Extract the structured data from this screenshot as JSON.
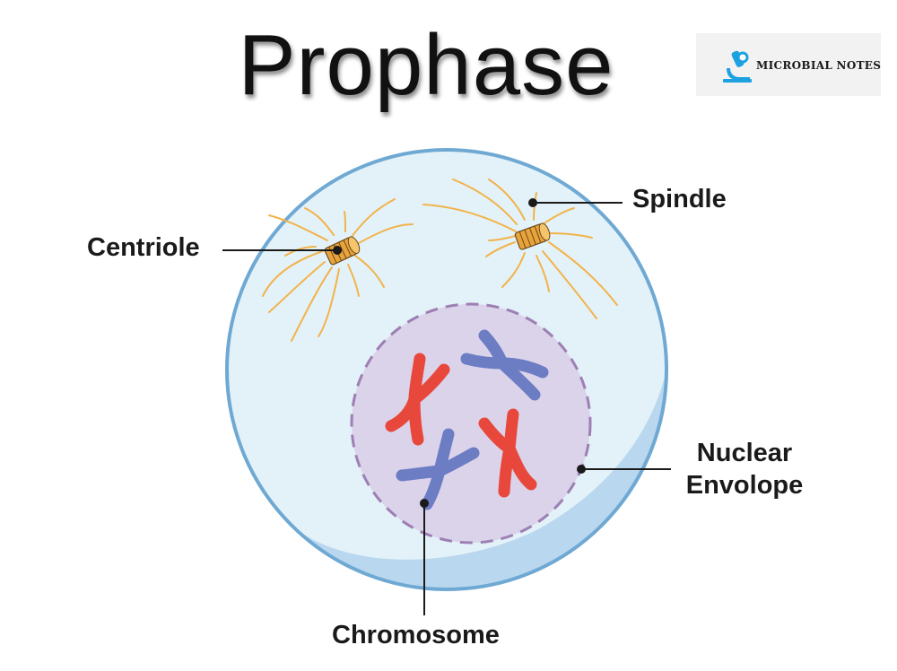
{
  "title": "Prophase",
  "logo": {
    "text": "MICROBIAL NOTES",
    "icon": "microscope-icon",
    "accent_color": "#1da1e0"
  },
  "labels": {
    "centriole": "Centriole",
    "spindle": "Spindle",
    "nuclear_envelope_line1": "Nuclear",
    "nuclear_envelope_line2": "Envolope",
    "chromosome": "Chromosome"
  },
  "colors": {
    "cell_fill": "#e3f2f9",
    "cell_border": "#6fa9d3",
    "cell_shadow": "#b9d7ee",
    "nucleus_fill": "#dbd3ea",
    "nucleus_border": "#9d7fb4",
    "spindle_fiber": "#f2b34a",
    "centriole": "#e8a33c",
    "chromosome_red": "#e8473c",
    "chromosome_blue": "#6c7dc3"
  }
}
